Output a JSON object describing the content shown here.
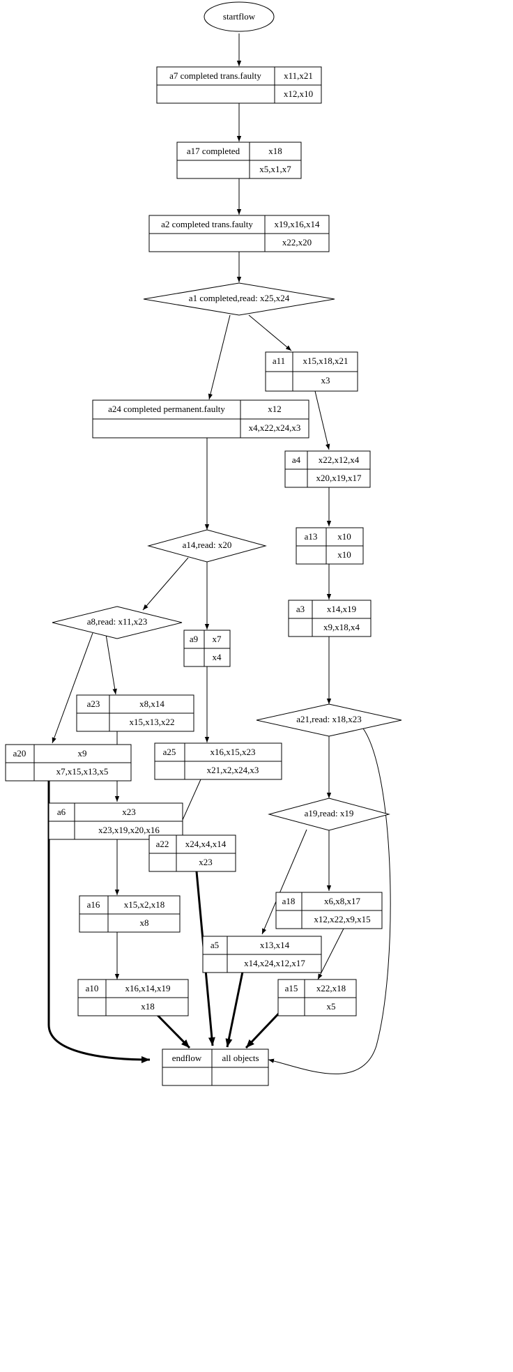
{
  "diagram": {
    "title": "startflow-endflow activity graph",
    "start_node": {
      "id": "startflow",
      "label": "startflow",
      "shape": "ellipse"
    },
    "end_node": {
      "id": "endflow",
      "label": "endflow",
      "label2": "all objects",
      "shape": "record"
    },
    "nodes": [
      {
        "id": "a7",
        "shape": "record",
        "cell_left": "a7 completed trans.faulty",
        "cell_right_top": "x11,x21",
        "cell_right_bottom": "x12,x10"
      },
      {
        "id": "a17",
        "shape": "record",
        "cell_left": "a17 completed",
        "cell_right_top": "x18",
        "cell_right_bottom": "x5,x1,x7"
      },
      {
        "id": "a2",
        "shape": "record",
        "cell_left": "a2 completed trans.faulty",
        "cell_right_top": "x19,x16,x14",
        "cell_right_bottom": "x22,x20"
      },
      {
        "id": "a1",
        "shape": "diamond",
        "label": "a1 completed,read: x25,x24"
      },
      {
        "id": "a11",
        "shape": "record",
        "cell_left": "a11",
        "cell_right_top": "x15,x18,x21",
        "cell_right_bottom": "x3"
      },
      {
        "id": "a24",
        "shape": "record",
        "cell_left": "a24 completed permanent.faulty",
        "cell_right_top": "x12",
        "cell_right_bottom": "x4,x22,x24,x3"
      },
      {
        "id": "a4",
        "shape": "record",
        "cell_left": "a4",
        "cell_right_top": "x22,x12,x4",
        "cell_right_bottom": "x20,x19,x17"
      },
      {
        "id": "a13",
        "shape": "record",
        "cell_left": "a13",
        "cell_right_top": "x10",
        "cell_right_bottom": "x10"
      },
      {
        "id": "a14",
        "shape": "diamond",
        "label": "a14,read: x20"
      },
      {
        "id": "a3",
        "shape": "record",
        "cell_left": "a3",
        "cell_right_top": "x14,x19",
        "cell_right_bottom": "x9,x18,x4"
      },
      {
        "id": "a8",
        "shape": "diamond",
        "label": "a8,read: x11,x23"
      },
      {
        "id": "a9",
        "shape": "record",
        "cell_left": "a9",
        "cell_right_top": "x7",
        "cell_right_bottom": "x4"
      },
      {
        "id": "a23",
        "shape": "record",
        "cell_left": "a23",
        "cell_right_top": "x8,x14",
        "cell_right_bottom": "x15,x13,x22"
      },
      {
        "id": "a21",
        "shape": "diamond",
        "label": "a21,read: x18,x23"
      },
      {
        "id": "a20",
        "shape": "record",
        "cell_left": "a20",
        "cell_right_top": "x9",
        "cell_right_bottom": "x7,x15,x13,x5"
      },
      {
        "id": "a25",
        "shape": "record",
        "cell_left": "a25",
        "cell_right_top": "x16,x15,x23",
        "cell_right_bottom": "x21,x2,x24,x3"
      },
      {
        "id": "a6",
        "shape": "record",
        "cell_left": "a6",
        "cell_right_top": "x23",
        "cell_right_bottom": "x23,x19,x20,x16"
      },
      {
        "id": "a19",
        "shape": "diamond",
        "label": "a19,read: x19"
      },
      {
        "id": "a22",
        "shape": "record",
        "cell_left": "a22",
        "cell_right_top": "x24,x4,x14",
        "cell_right_bottom": "x23"
      },
      {
        "id": "a16",
        "shape": "record",
        "cell_left": "a16",
        "cell_right_top": "x15,x2,x18",
        "cell_right_bottom": "x8"
      },
      {
        "id": "a18",
        "shape": "record",
        "cell_left": "a18",
        "cell_right_top": "x6,x8,x17",
        "cell_right_bottom": "x12,x22,x9,x15"
      },
      {
        "id": "a5",
        "shape": "record",
        "cell_left": "a5",
        "cell_right_top": "x13,x14",
        "cell_right_bottom": "x14,x24,x12,x17"
      },
      {
        "id": "a10",
        "shape": "record",
        "cell_left": "a10",
        "cell_right_top": "x16,x14,x19",
        "cell_right_bottom": "x18"
      },
      {
        "id": "a15",
        "shape": "record",
        "cell_left": "a15",
        "cell_right_top": "x22,x18",
        "cell_right_bottom": "x5"
      }
    ],
    "edges": [
      {
        "from": "startflow",
        "to": "a7"
      },
      {
        "from": "a7",
        "to": "a17"
      },
      {
        "from": "a17",
        "to": "a2"
      },
      {
        "from": "a2",
        "to": "a1"
      },
      {
        "from": "a1",
        "to": "a11"
      },
      {
        "from": "a1",
        "to": "a24"
      },
      {
        "from": "a11",
        "to": "a4"
      },
      {
        "from": "a4",
        "to": "a13"
      },
      {
        "from": "a13",
        "to": "a3"
      },
      {
        "from": "a24",
        "to": "a14"
      },
      {
        "from": "a3",
        "to": "a21"
      },
      {
        "from": "a14",
        "to": "a8"
      },
      {
        "from": "a14",
        "to": "a9"
      },
      {
        "from": "a8",
        "to": "a20"
      },
      {
        "from": "a8",
        "to": "a23"
      },
      {
        "from": "a9",
        "to": "a25"
      },
      {
        "from": "a21",
        "to": "a19"
      },
      {
        "from": "a21",
        "to": "endflow"
      },
      {
        "from": "a23",
        "to": "a6"
      },
      {
        "from": "a25",
        "to": "a22"
      },
      {
        "from": "a19",
        "to": "a18"
      },
      {
        "from": "a19",
        "to": "a5"
      },
      {
        "from": "a6",
        "to": "a16"
      },
      {
        "from": "a22",
        "to": "endflow"
      },
      {
        "from": "a16",
        "to": "a10"
      },
      {
        "from": "a18",
        "to": "a15"
      },
      {
        "from": "a5",
        "to": "endflow"
      },
      {
        "from": "a10",
        "to": "endflow"
      },
      {
        "from": "a15",
        "to": "endflow"
      },
      {
        "from": "a20",
        "to": "endflow"
      }
    ],
    "colors": {
      "stroke": "#000000",
      "fill": "#ffffff",
      "text": "#000000"
    }
  }
}
